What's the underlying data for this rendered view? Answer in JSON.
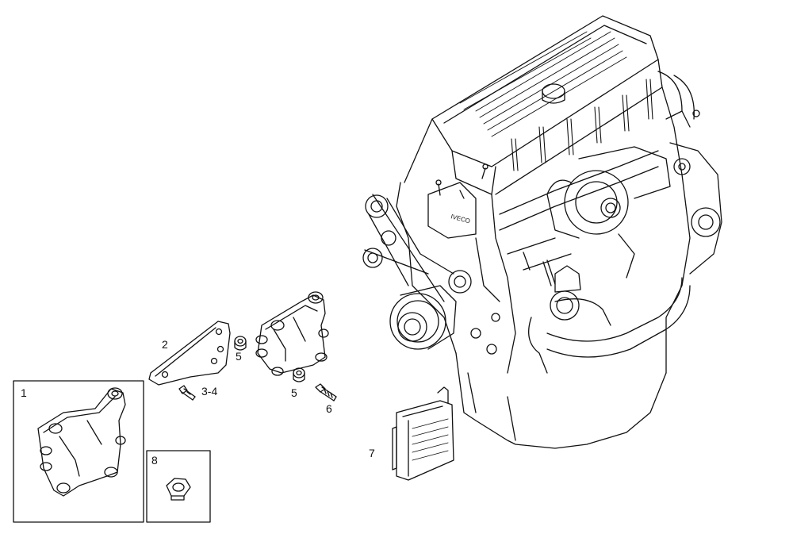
{
  "diagram": {
    "callouts": [
      {
        "id": "1",
        "text": "1"
      },
      {
        "id": "2",
        "text": "2"
      },
      {
        "id": "3-4",
        "text": "3-4"
      },
      {
        "id": "5a",
        "text": "5"
      },
      {
        "id": "5b",
        "text": "5"
      },
      {
        "id": "6",
        "text": "6"
      },
      {
        "id": "7",
        "text": "7"
      },
      {
        "id": "8",
        "text": "8"
      }
    ],
    "engine_badge": "IVECO"
  }
}
